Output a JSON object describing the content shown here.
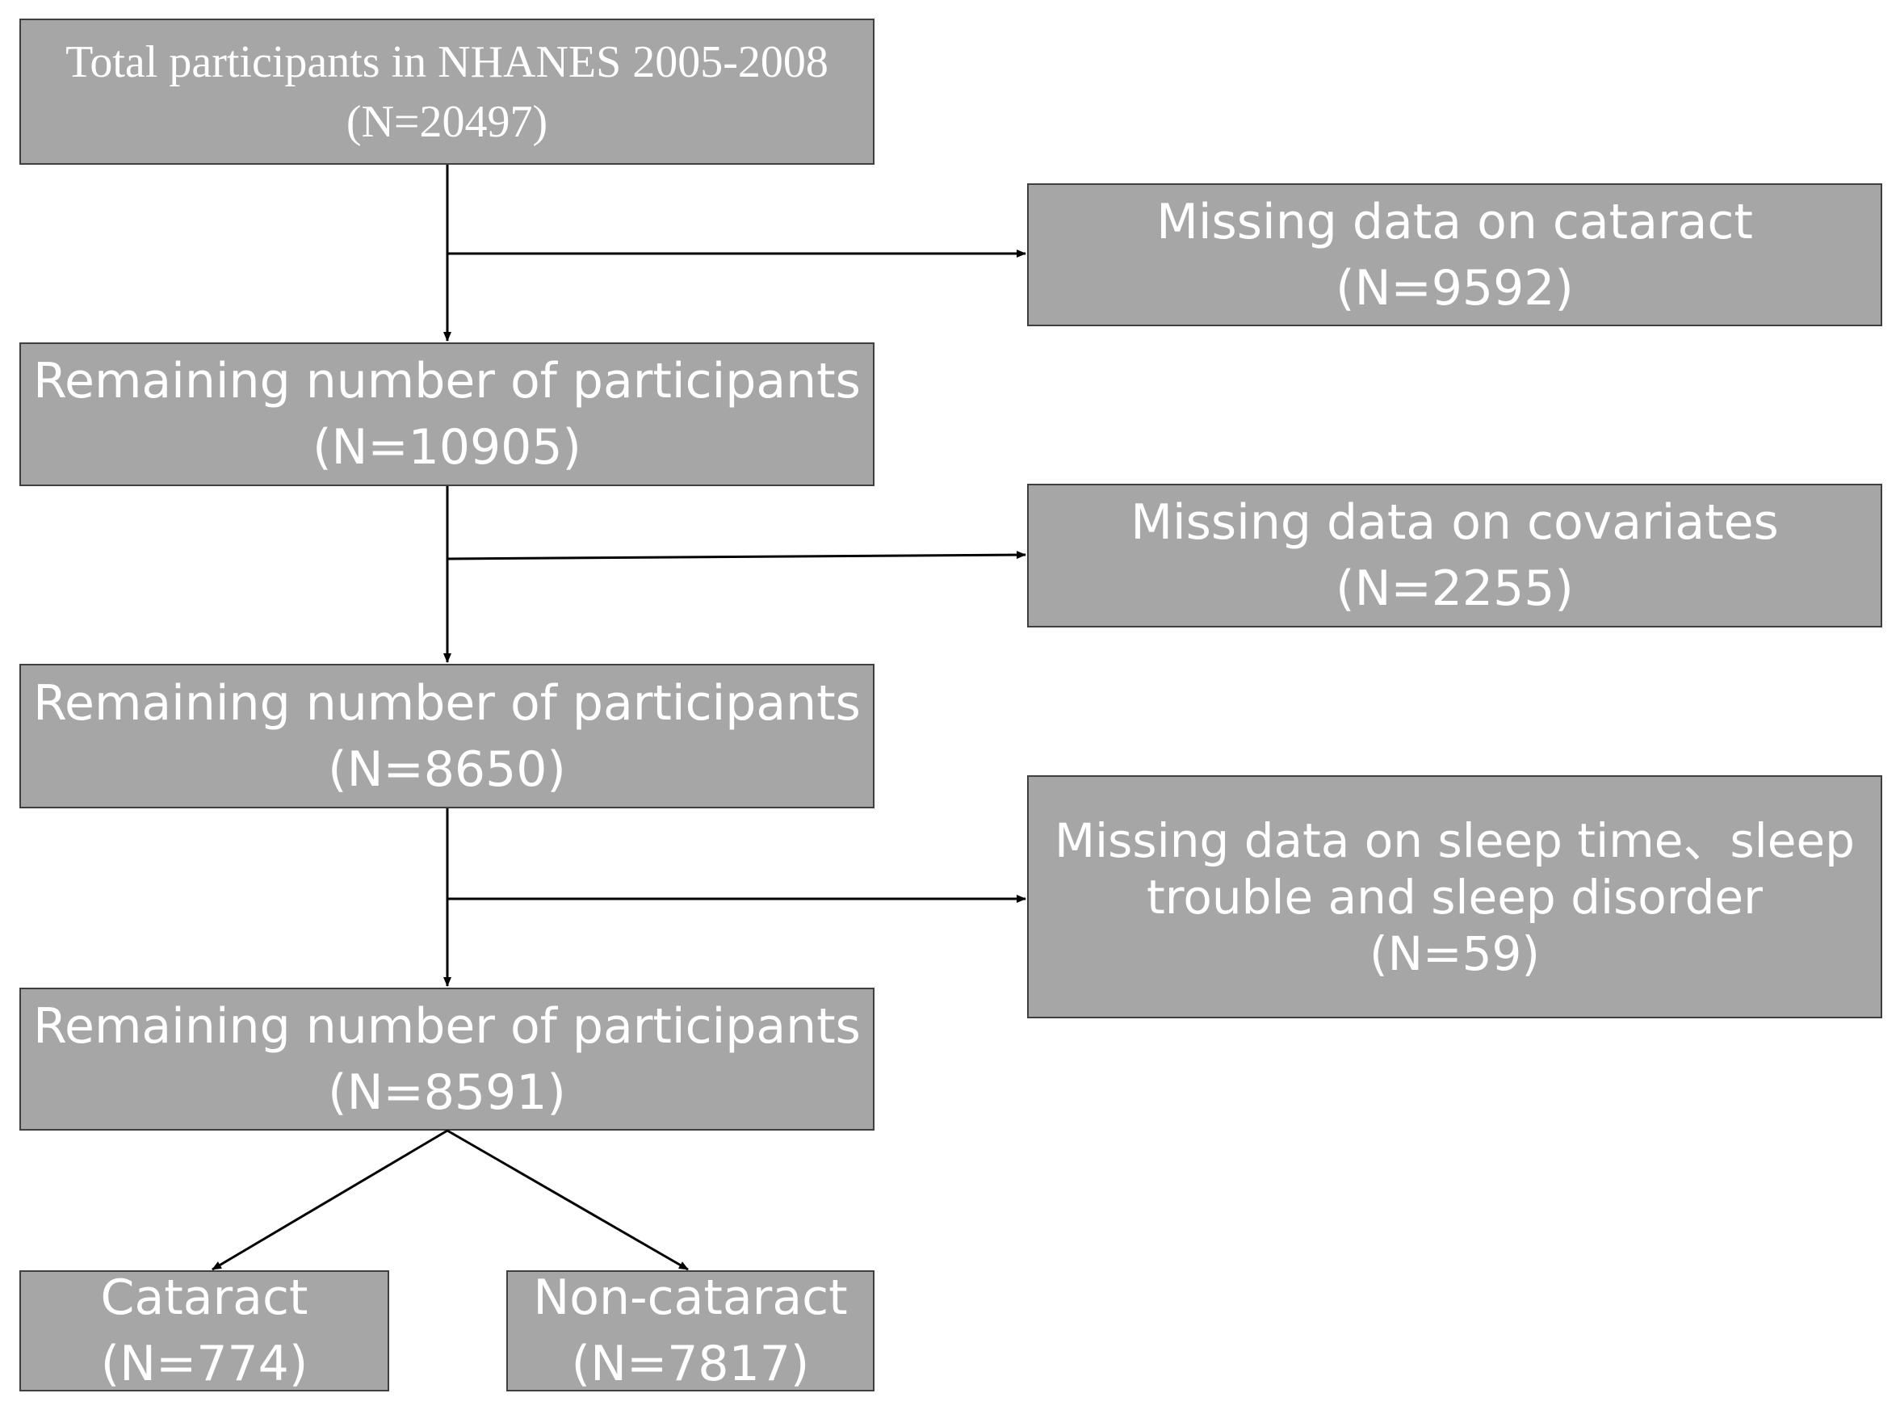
{
  "diagram": {
    "nodes": {
      "total": {
        "text": "Total participants in NHANES 2005-2008",
        "count": "(N=20497)"
      },
      "excl_cataract": {
        "text": "Missing data on cataract",
        "count": "(N=9592)"
      },
      "remain1": {
        "text": "Remaining number of participants",
        "count": "(N=10905)"
      },
      "excl_covariates": {
        "text": "Missing data on covariates",
        "count": "(N=2255)"
      },
      "remain2": {
        "text": "Remaining number of participants",
        "count": "(N=8650)"
      },
      "excl_sleep": {
        "text_line1": "Missing data on sleep time、sleep",
        "text_line2": "trouble and sleep disorder",
        "count": "(N=59)"
      },
      "remain3": {
        "text": "Remaining number of participants",
        "count": "(N=8591)"
      },
      "cataract": {
        "text": "Cataract",
        "count": "(N=774)"
      },
      "noncataract": {
        "text": "Non-cataract",
        "count": "(N=7817)"
      }
    },
    "colors": {
      "box_fill": "#a6a6a6",
      "box_border": "#3f3f3f",
      "text": "#ffffff",
      "arrow": "#000000"
    }
  }
}
